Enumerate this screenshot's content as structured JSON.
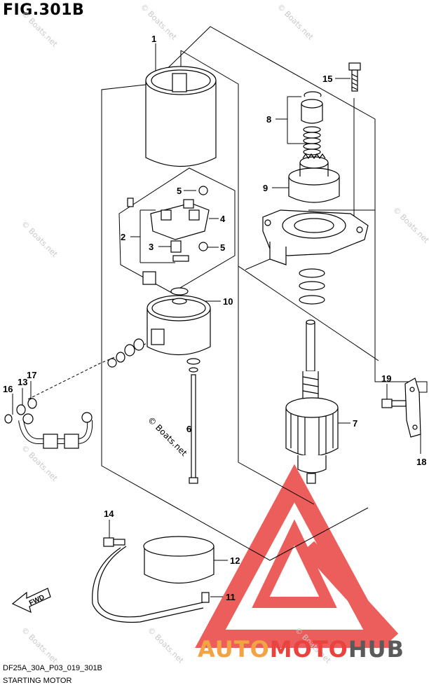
{
  "figure": {
    "title": "FIG.301B",
    "code": "DF25A_30A_P03_019_301B",
    "name": "STARTING MOTOR"
  },
  "callouts": [
    "1",
    "2",
    "3",
    "4",
    "5",
    "5",
    "6",
    "7",
    "8",
    "9",
    "10",
    "11",
    "12",
    "13",
    "14",
    "15",
    "16",
    "17",
    "18",
    "19"
  ],
  "watermark": "© Boats.net",
  "fwd_label": "FWD",
  "brand": {
    "part1": "AUTO",
    "part2": "MOTO",
    "part3": "HUB"
  },
  "colors": {
    "brand_orange": "#f2a444",
    "brand_red": "#e8433f",
    "brand_dark": "#5a5a5a",
    "logo_red": "#e8433f"
  }
}
